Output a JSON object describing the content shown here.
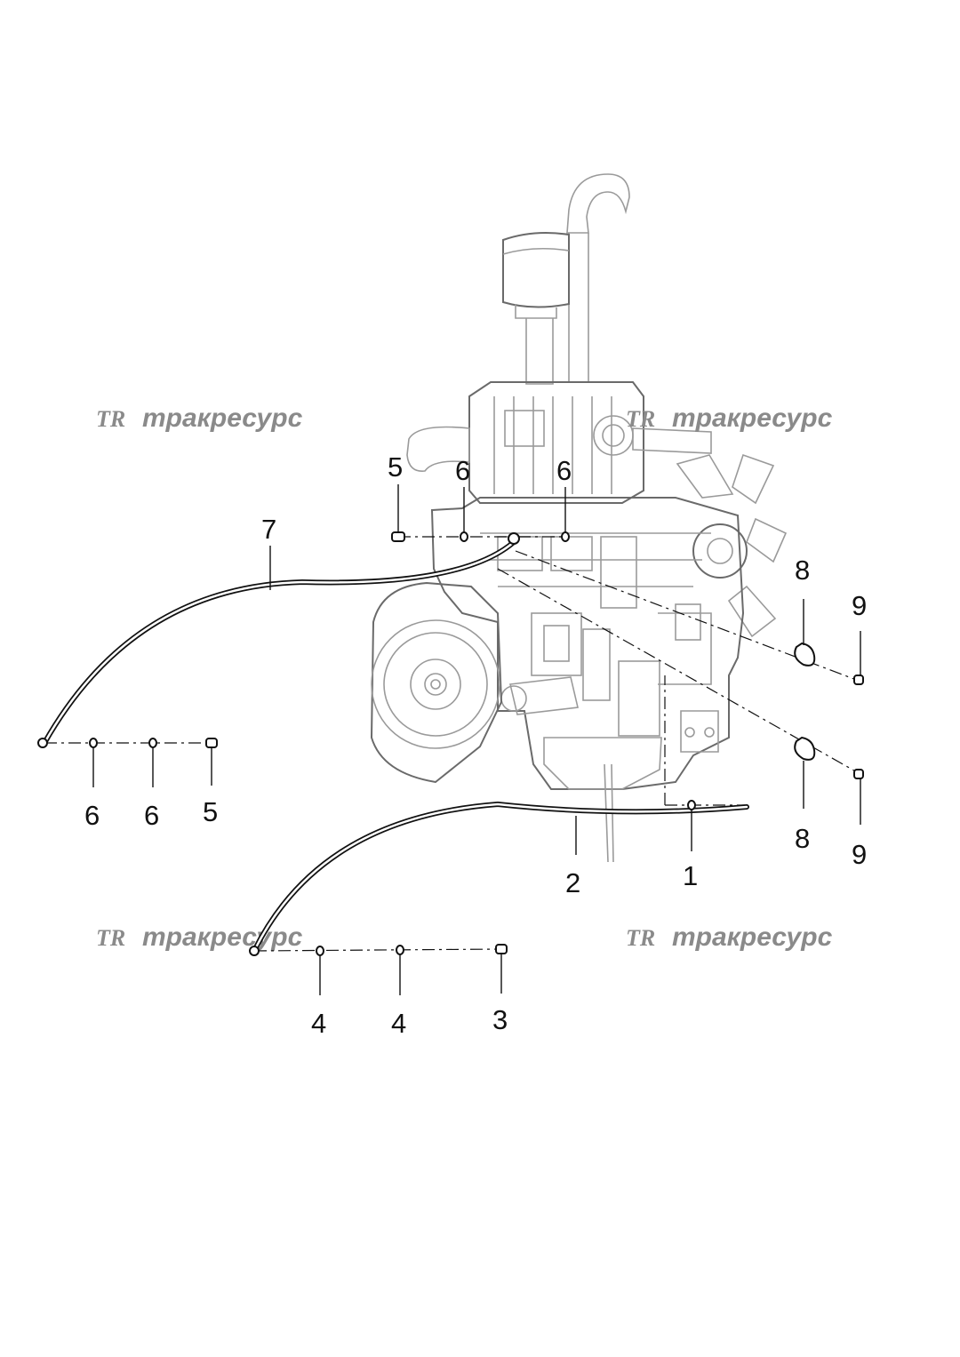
{
  "watermark": {
    "logo": "TR",
    "brand": "тракресурс"
  },
  "callouts": {
    "c1": "1",
    "c2": "2",
    "c3": "3",
    "c4a": "4",
    "c4b": "4",
    "c5_top": "5",
    "c5_left": "5",
    "c6_top_a": "6",
    "c6_top_b": "6",
    "c6_left_a": "6",
    "c6_left_b": "6",
    "c7": "7",
    "c8_top": "8",
    "c8_bottom": "8",
    "c9_top": "9",
    "c9_bottom": "9"
  }
}
